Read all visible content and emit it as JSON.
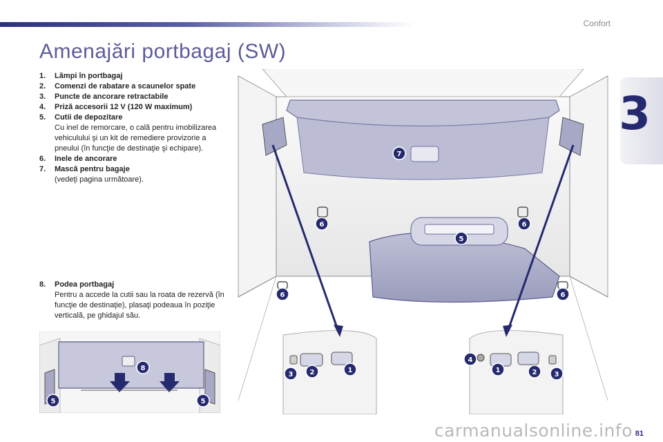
{
  "header": {
    "section": "Confort",
    "chapter": "3"
  },
  "title": "Amenajări portbagaj (SW)",
  "items": [
    {
      "num": "1.",
      "label": "Lămpi în portbagaj",
      "desc": ""
    },
    {
      "num": "2.",
      "label": "Comenzi de rabatare a scaunelor spate",
      "desc": ""
    },
    {
      "num": "3.",
      "label": "Puncte de ancorare retractabile",
      "desc": ""
    },
    {
      "num": "4.",
      "label": "Priză accesorii 12 V (120 W maximum)",
      "desc": ""
    },
    {
      "num": "5.",
      "label": "Cutii de depozitare",
      "desc": "Cu inel de remorcare, o cală pentru imobilizarea vehiculului şi un kit de remediere provizorie a pneului (în funcţie de destinaţie şi echipare)."
    },
    {
      "num": "6.",
      "label": "Inele de ancorare",
      "desc": ""
    },
    {
      "num": "7.",
      "label": "Mască pentru bagaje",
      "desc": "(vedeţi pagina următoare)."
    }
  ],
  "item8": {
    "num": "8.",
    "label": "Podea portbagaj",
    "desc": "Pentru a accede la cutii sau la roata de rezervă (în funcţie de destinaţie), plasaţi podeaua în poziţie verticală, pe ghidajul său."
  },
  "callouts": {
    "main": [
      "7",
      "6",
      "6",
      "5",
      "6",
      "6"
    ],
    "left_detail": [
      "3",
      "2",
      "1"
    ],
    "right_detail": [
      "4",
      "1",
      "2",
      "3"
    ],
    "floor_detail": [
      "8",
      "5",
      "5"
    ]
  },
  "footer": {
    "page": "81",
    "watermark": "carmanualsonline.info"
  },
  "colors": {
    "accent": "#2b3080",
    "title": "#5c5c99",
    "callout": "#25296e"
  }
}
